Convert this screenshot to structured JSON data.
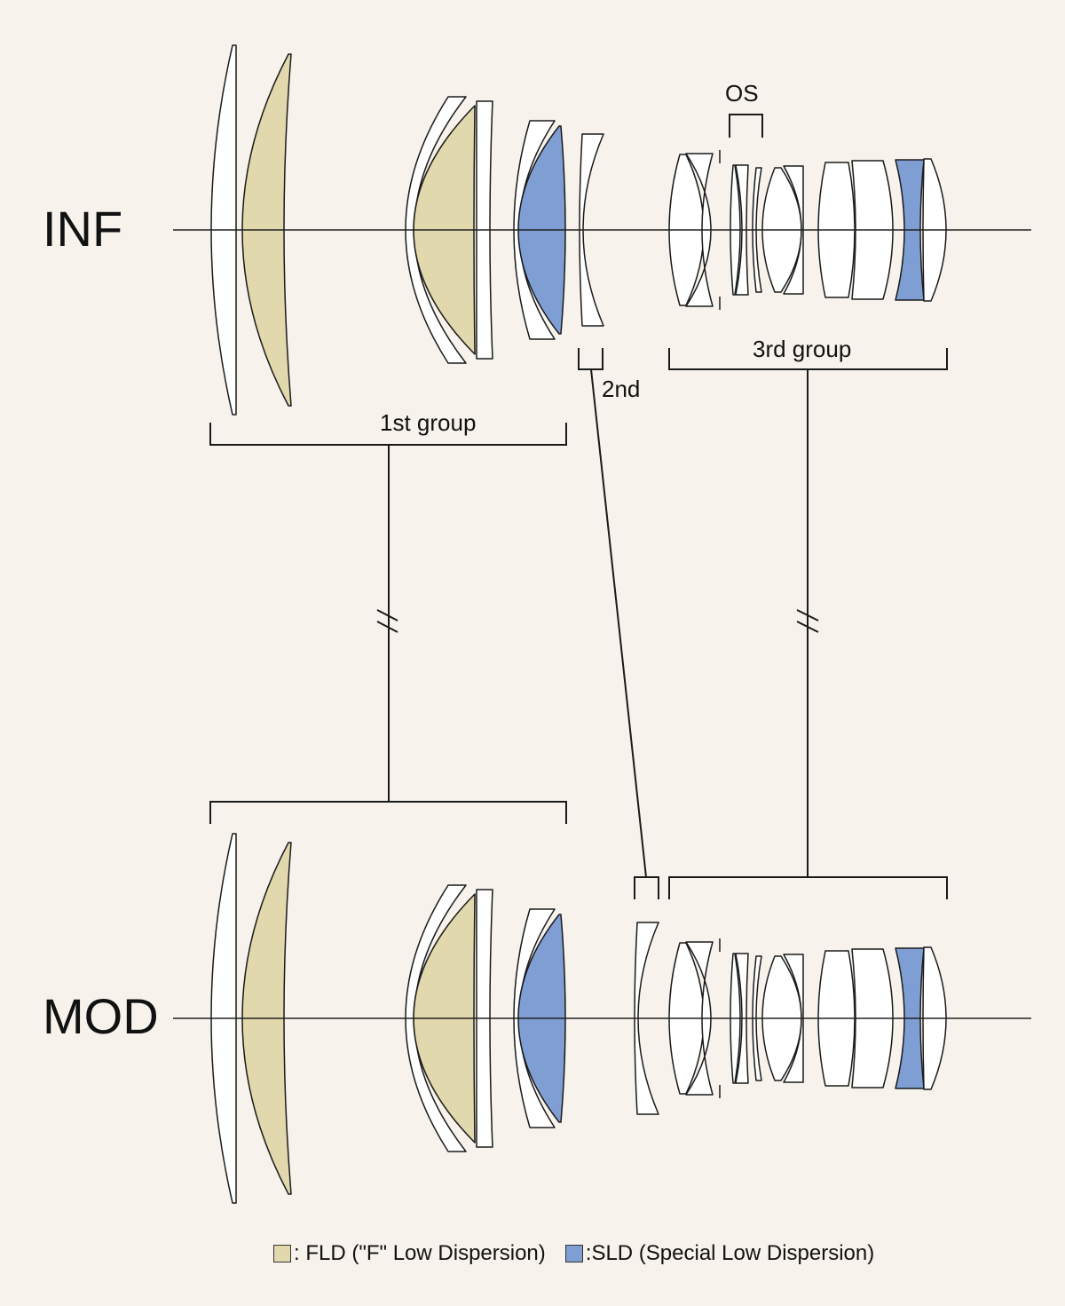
{
  "title": "Lens construction diagram",
  "states": [
    {
      "id": "inf",
      "label": "INF"
    },
    {
      "id": "mod",
      "label": "MOD"
    }
  ],
  "groups": {
    "first": "1st group",
    "second": "2nd",
    "third": "3rd group",
    "os": "OS"
  },
  "colors": {
    "background": "#f7f3ec",
    "fld": "#e2d8ad",
    "sld": "#7f9fd4",
    "lens_plain": "#ffffff",
    "stroke": "#1a1a1a"
  },
  "legend": [
    {
      "key": "fld",
      "label": ": FLD (\"F\" Low Dispersion)",
      "color": "#e2d8ad"
    },
    {
      "key": "sld",
      "label": ":SLD (Special Low Dispersion)",
      "color": "#7f9fd4"
    }
  ]
}
